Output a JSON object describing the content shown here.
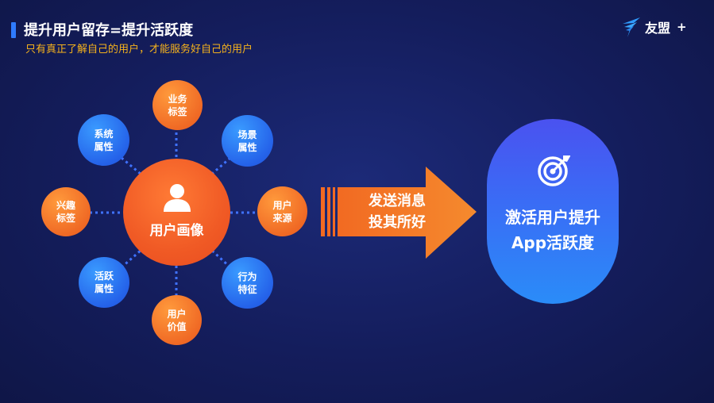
{
  "header": {
    "title": "提升用户留存=提升活跃度",
    "subtitle": "只有真正了解自己的用户，才能服务好自己的用户"
  },
  "logo": {
    "text": "友盟",
    "plus": "+"
  },
  "center": {
    "label": "用户画像",
    "icon": "user-icon"
  },
  "nodes": [
    {
      "id": "business-tags",
      "line1": "业务",
      "line2": "标签",
      "color": "orange"
    },
    {
      "id": "scene-attrs",
      "line1": "场景",
      "line2": "属性",
      "color": "blue"
    },
    {
      "id": "user-source",
      "line1": "用户",
      "line2": "来源",
      "color": "orange"
    },
    {
      "id": "behavior",
      "line1": "行为",
      "line2": "特征",
      "color": "blue"
    },
    {
      "id": "user-value",
      "line1": "用户",
      "line2": "价值",
      "color": "orange"
    },
    {
      "id": "active-attrs",
      "line1": "活跃",
      "line2": "属性",
      "color": "blue"
    },
    {
      "id": "interest-tags",
      "line1": "兴趣",
      "line2": "标签",
      "color": "orange"
    },
    {
      "id": "system-attrs",
      "line1": "系统",
      "line2": "属性",
      "color": "blue"
    }
  ],
  "arrow": {
    "line1": "发送消息",
    "line2": "投其所好"
  },
  "result": {
    "line1": "激活用户提升",
    "line2": "App活跃度",
    "icon": "target-icon"
  },
  "colors": {
    "accent": "#2f7bff",
    "subtitle": "#f5b21c",
    "orange": "#f06a25",
    "blue": "#2563ea",
    "background": "#141d5c"
  }
}
